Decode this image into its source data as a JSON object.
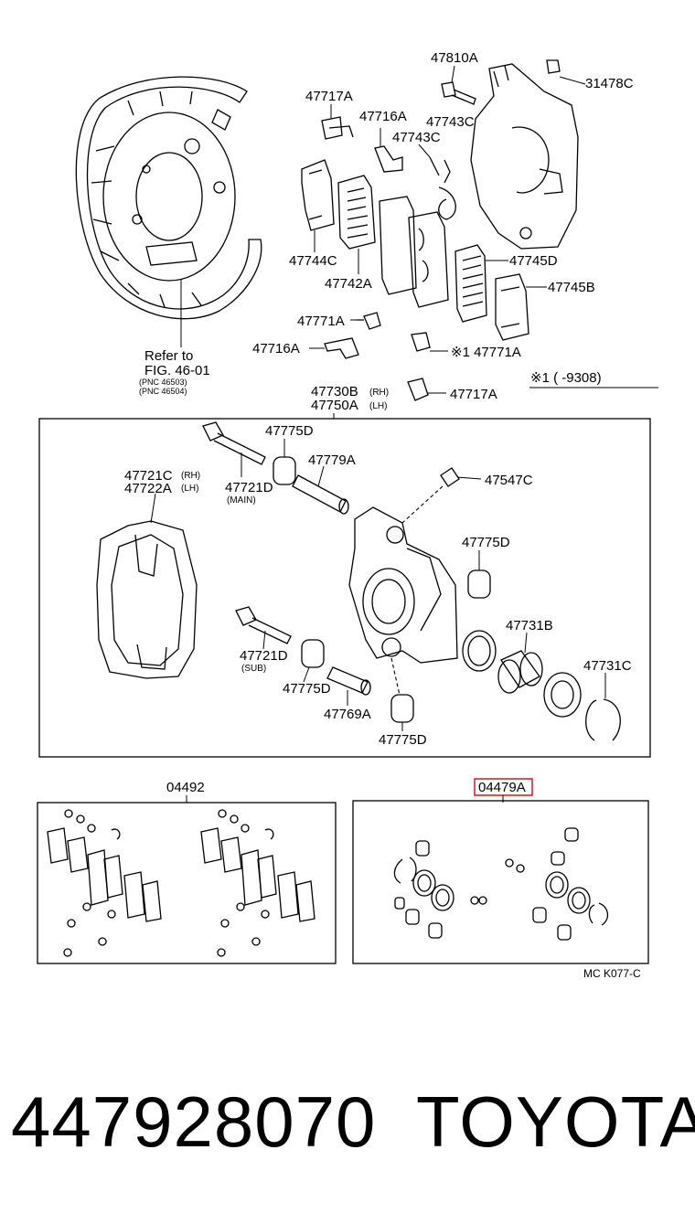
{
  "labels": {
    "p47810A": "47810A",
    "p31478C": "31478C",
    "p47717A_top": "47717A",
    "p47716A_top": "47716A",
    "p47743C_a": "47743C",
    "p47743C_b": "47743C",
    "p47744C": "47744C",
    "p47742A": "47742A",
    "p47745D": "47745D",
    "p47745B": "47745B",
    "p47771A": "47771A",
    "p47716A_bot": "47716A",
    "p47771A_note": "※1 47771A",
    "p47717A_bot": "47717A",
    "note_range": "※1 (      -9308)",
    "refer_line1": "Refer to",
    "refer_line2": "FIG. 46-01",
    "refer_pnc1": "(PNC 46503)",
    "refer_pnc2": "(PNC 46504)",
    "assy_rh": "47730B",
    "assy_rh_side": "(RH)",
    "assy_lh": "47750A",
    "assy_lh_side": "(LH)",
    "p47775D_1": "47775D",
    "p47779A": "47779A",
    "p47547C": "47547C",
    "p47721C": "47721C",
    "p47721C_side": "(RH)",
    "p47722A": "47722A",
    "p47722A_side": "(LH)",
    "p47721D_main": "47721D",
    "main_tag": "(MAIN)",
    "p47775D_2": "47775D",
    "p47731B": "47731B",
    "p47721D_sub": "47721D",
    "sub_tag": "(SUB)",
    "p47775D_3": "47775D",
    "p47731C": "47731C",
    "p47769A": "47769A",
    "p47775D_4": "47775D",
    "kit_left": "04492",
    "kit_right": "04479A",
    "diagram_code": "MC  K077-C"
  },
  "footer": {
    "part_number": "447928070",
    "brand": "TOYOTA"
  },
  "colors": {
    "highlight": "#e0202a",
    "ink": "#000000"
  }
}
